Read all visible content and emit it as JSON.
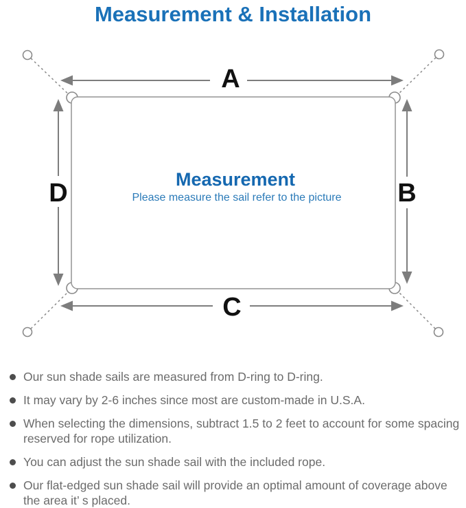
{
  "page_title": "Measurement & Installation",
  "diagram": {
    "side_labels": {
      "top": "A",
      "right": "B",
      "bottom": "C",
      "left": "D"
    },
    "center_heading": "Measurement",
    "center_note": "Please measure the sail refer to the picture"
  },
  "notes": [
    "Our sun shade sails are measured from D-ring to D-ring.",
    "It may vary by 2-6 inches since most are custom-made in U.S.A.",
    "When selecting the dimensions, subtract 1.5 to 2 feet to account for some spacing reserved for rope utilization.",
    "You can adjust the sun shade sail with the included rope.",
    "Our flat-edged sun shade sail will provide an optimal amount of coverage above the area it’ s placed."
  ],
  "colors": {
    "title_blue": "#1a71b8",
    "center_heading_blue": "#1568b0",
    "center_note_blue": "#2a7ab8",
    "diagram_line_gray": "#8a8a8a",
    "arrow_gray": "#7d7d7d",
    "side_label_black": "#111111",
    "note_text_gray": "#6b6b6b",
    "bullet_gray": "#4d4d4d"
  }
}
